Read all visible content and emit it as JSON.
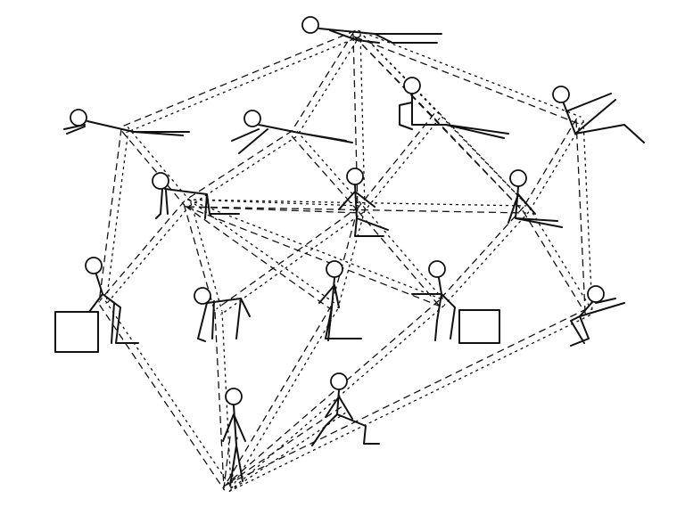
{
  "diagram": {
    "figure_count": 15,
    "connections": [
      [
        1,
        2
      ],
      [
        1,
        3
      ],
      [
        1,
        4
      ],
      [
        1,
        5
      ],
      [
        1,
        7
      ],
      [
        1,
        8
      ],
      [
        2,
        6
      ],
      [
        2,
        9
      ],
      [
        3,
        6
      ],
      [
        3,
        7
      ],
      [
        4,
        7
      ],
      [
        4,
        8
      ],
      [
        5,
        8
      ],
      [
        5,
        13
      ],
      [
        6,
        7
      ],
      [
        6,
        8
      ],
      [
        6,
        9
      ],
      [
        6,
        10
      ],
      [
        6,
        11
      ],
      [
        6,
        12
      ],
      [
        7,
        10
      ],
      [
        7,
        11
      ],
      [
        7,
        12
      ],
      [
        8,
        12
      ],
      [
        8,
        13
      ],
      [
        9,
        16
      ],
      [
        10,
        16
      ],
      [
        11,
        16
      ],
      [
        12,
        16
      ],
      [
        13,
        16
      ],
      [
        14,
        16
      ],
      [
        15,
        16
      ]
    ]
  }
}
